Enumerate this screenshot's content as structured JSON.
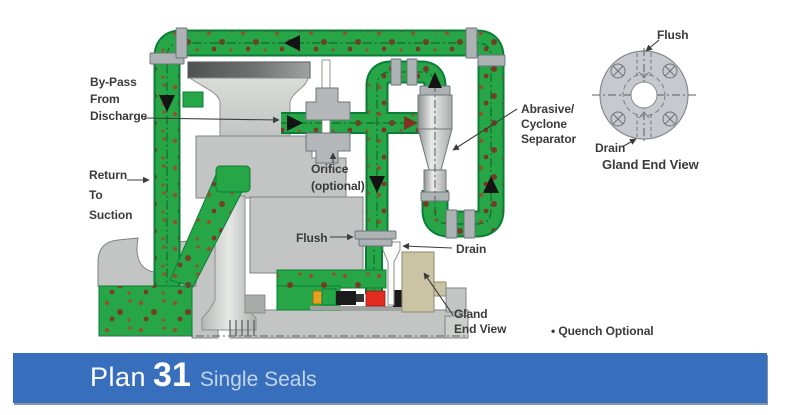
{
  "colors": {
    "page_bg": "#ffffff",
    "pipe_green": "#27A648",
    "pipe_green_dark": "#0A7D36",
    "pipe_centerline": "#0E6B2F",
    "speckle": "#A04524",
    "speckle_dark": "#7E3222",
    "metal_light": "#CDCFCD",
    "metal_mid": "#C2C5C3",
    "metal_edge": "#7E8381",
    "coupling_gray": "#ADB2B5",
    "coupling_edge": "#6B7175",
    "gland_tan": "#CAC4A5",
    "gland_tan_edge": "#8F8A6E",
    "gev_gray": "#C7C9CF",
    "gev_edge": "#85898F",
    "seal_yellow": "#E8A21D",
    "seal_red": "#E42B20",
    "seal_black": "#1A1A1A",
    "arrow_black": "#141414",
    "arrow_red": "#7E3222",
    "label_text": "#3B3B3B",
    "banner_blue": "#376FBC",
    "banner_text": "#FFFFFF",
    "banner_subtext": "#C3D5EC"
  },
  "labels": {
    "bypass": "By-Pass\nFrom\nDischarge",
    "return_suction": "Return\nTo\nSuction",
    "orifice": "Orifice\n(optional)",
    "separator": "Abrasive/\nCyclone\nSeparator",
    "flush_pump": "Flush",
    "drain_pump": "Drain",
    "gland_view_pump": "Gland\nEnd View",
    "quench": "• Quench Optional"
  },
  "gland_end_view": {
    "flush": "Flush",
    "drain": "Drain",
    "caption": "Gland End View"
  },
  "banner": {
    "plan_word": "Plan",
    "plan_number": "31",
    "subtitle": "Single Seals"
  }
}
